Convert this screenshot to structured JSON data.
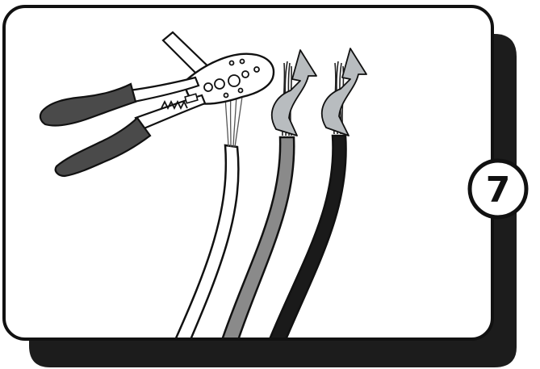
{
  "step": {
    "number": "7"
  },
  "icons": {
    "tool": "wire-stripper-icon",
    "arrow": "twist-arrow-icon"
  },
  "wires": [
    {
      "name": "white-wire",
      "color": "#ffffff"
    },
    {
      "name": "gray-wire",
      "color": "#8a8a8a"
    },
    {
      "name": "black-wire",
      "color": "#1a1a1a"
    }
  ],
  "colors": {
    "outline": "#111111",
    "shadow": "#1c1c1c",
    "panel": "#ffffff",
    "handle_grip": "#4a4a4a",
    "arrow_fill": "#b8bcbf"
  }
}
